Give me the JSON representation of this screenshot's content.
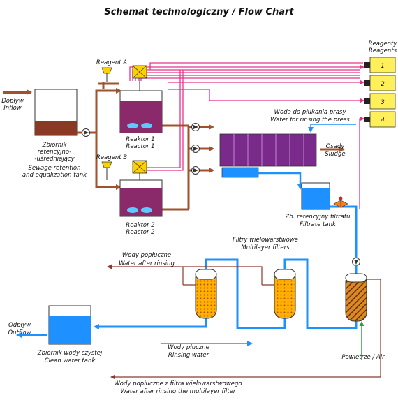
{
  "title": "Schemat technologiczny / Flow Chart",
  "inflow": [
    "Dopływ",
    "Inflow"
  ],
  "outflow": [
    "Odpływ",
    "Outflow"
  ],
  "sewage_tank": [
    "Zbiornik",
    "retencyjno-",
    "-uśredniający",
    "Sewage retention",
    "and equalization tank"
  ],
  "reagent_a": "Reagent A",
  "reagent_b": "Reagent B",
  "reactor_1": [
    "Reaktor 1",
    "Reactor 1"
  ],
  "reactor_2": [
    "Reaktor 2",
    "Reactor 2"
  ],
  "reagents_header": [
    "Reagenty",
    "Reagents"
  ],
  "reagent_boxes": [
    "1",
    "2",
    "3",
    "4"
  ],
  "press_water": [
    "Woda do płukania prasy",
    "Water for rinsing the press"
  ],
  "sludge": [
    "Osady",
    "Sludge"
  ],
  "filtrate_tank": [
    "Zb. retencyjny filtratu",
    "Filtrate tank"
  ],
  "multilayer_filters": [
    "Filtry wielowarstwowe",
    "Multilayer filters"
  ],
  "water_after_rinsing": [
    "Wody popłuczne",
    "Water after rinsing"
  ],
  "rinsing_water": [
    "Wody płuczne",
    "Rinsing water"
  ],
  "clean_tank": [
    "Zbiornik wody czystej",
    "Clean water tank"
  ],
  "air": "Powietrze / Air",
  "water_after_multilayer": [
    "Wody popłuczne z filtra wielowarstwowego",
    "Water after rinsing the multilayer filter"
  ],
  "colors": {
    "sewage": "#a0522d",
    "clean_water": "#1e90ff",
    "reagent_line": "#e8338a",
    "reactor_fill": "#8b2a6b",
    "reagent_box": "#ffef5a",
    "press": "#7a2a8a",
    "air": "#2e9e3e",
    "rinse_line": "#8b3a2a"
  },
  "icons": [
    "pump-icon",
    "valve-icon",
    "mixer-icon",
    "dosing-pump-icon",
    "filter-icon",
    "arrow-icon"
  ]
}
